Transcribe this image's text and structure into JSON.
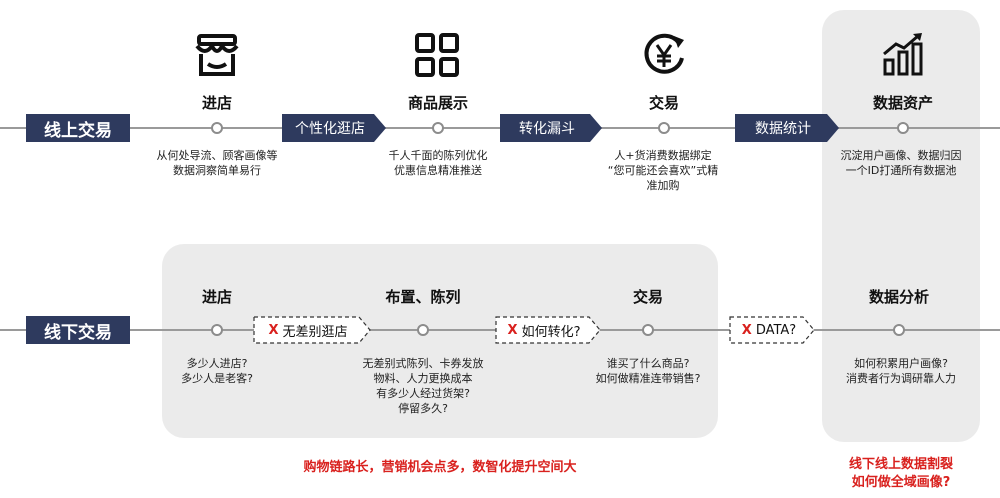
{
  "colors": {
    "navy": "#2e3a5e",
    "red": "#d9211e",
    "panel": "#ebebeb",
    "line": "#9a9a9a"
  },
  "online": {
    "label": "线上交易",
    "stages": [
      {
        "icon": "store-icon",
        "title": "进店",
        "desc": [
          "从何处导流、顾客画像等",
          "数据洞察简单易行"
        ]
      },
      {
        "icon": "grid-icon",
        "title": "商品展示",
        "desc": [
          "千人千面的陈列优化",
          "优惠信息精准推送"
        ]
      },
      {
        "icon": "yen-cycle-icon",
        "title": "交易",
        "desc": [
          "人+货消费数据绑定",
          "“您可能还会喜欢”式精",
          "准加购"
        ]
      },
      {
        "icon": "growth-chart-icon",
        "title": "数据资产",
        "desc": [
          "沉淀用户画像、数据归因",
          "一个ID打通所有数据池"
        ]
      }
    ],
    "arrows": [
      "个性化逛店",
      "转化漏斗",
      "数据统计"
    ]
  },
  "offline": {
    "label": "线下交易",
    "stages": [
      {
        "title": "进店",
        "desc": [
          "多少人进店?",
          "多少人是老客?"
        ]
      },
      {
        "title": "布置、陈列",
        "desc": [
          "无差别式陈列、卡券发放",
          "物料、人力更换成本",
          "有多少人经过货架?",
          "停留多久?"
        ]
      },
      {
        "title": "交易",
        "desc": [
          "谁买了什么商品?",
          "如何做精准连带销售?"
        ]
      },
      {
        "title": "数据分析",
        "desc": [
          "如何积累用户画像?",
          "消费者行为调研靠人力"
        ]
      }
    ],
    "arrows": [
      {
        "mark": "X",
        "text": "无差别逛店"
      },
      {
        "mark": "X",
        "text": "如何转化?"
      },
      {
        "mark": "X",
        "text": "DATA?"
      }
    ]
  },
  "notes": {
    "bottom": "购物链路长，营销机会点多，数智化提升空间大",
    "right": [
      "线下线上数据割裂",
      "如何做全域画像?"
    ]
  }
}
